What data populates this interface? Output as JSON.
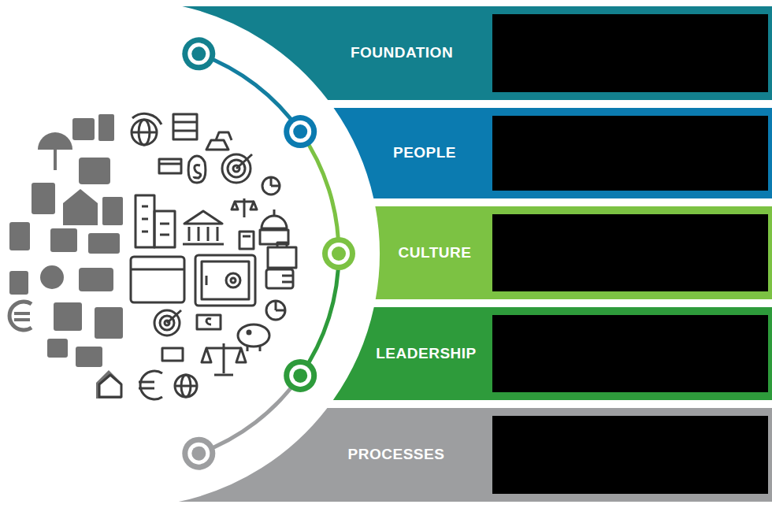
{
  "diagram": {
    "nodes": [
      {
        "text": [
          "FOUNDATION"
        ]
      },
      {
        "text": [
          "PEOPLE"
        ]
      },
      {
        "text": [
          "CULTURE"
        ]
      },
      {
        "text": [
          "LEADERSHIP"
        ]
      },
      {
        "text": [
          "PROCESSES"
        ]
      }
    ]
  }
}
